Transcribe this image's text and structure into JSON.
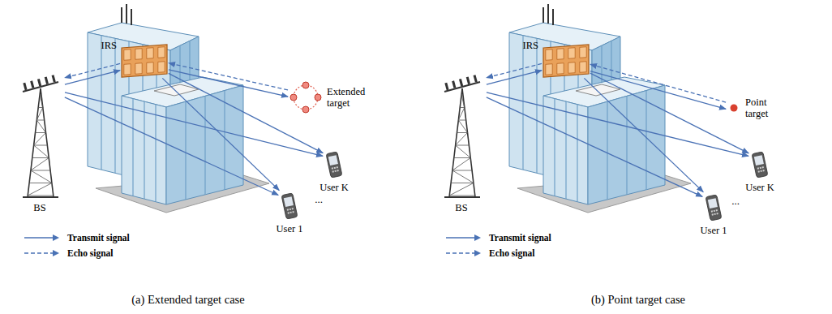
{
  "diagram": {
    "nodes": [
      {
        "text": [
          "IRS"
        ]
      },
      {
        "text": [
          "Extended target"
        ]
      },
      {
        "text": [
          "BS"
        ]
      },
      {
        "text": [
          "User K"
        ]
      },
      {
        "text": [
          "User 1"
        ]
      },
      {
        "text": [
          "IRS"
        ]
      },
      {
        "text": [
          "Point target"
        ]
      },
      {
        "text": [
          "BS"
        ]
      },
      {
        "text": [
          "User K"
        ]
      },
      {
        "text": [
          "User 1"
        ]
      }
    ],
    "edges": [
      {
        "from": 2,
        "to": 0,
        "arrow": "to"
      },
      {
        "from": 0,
        "to": 2,
        "arrow": "to"
      },
      {
        "from": 0,
        "to": 1,
        "arrow": "to"
      },
      {
        "from": 1,
        "to": 0,
        "arrow": "to"
      },
      {
        "from": 0,
        "to": 3,
        "arrow": "to"
      },
      {
        "from": 0,
        "to": 4,
        "arrow": "to"
      },
      {
        "from": 2,
        "to": 3,
        "arrow": "to"
      },
      {
        "from": 2,
        "to": 4,
        "arrow": "to"
      },
      {
        "from": 7,
        "to": 5,
        "arrow": "to"
      },
      {
        "from": 5,
        "to": 7,
        "arrow": "to"
      },
      {
        "from": 5,
        "to": 6,
        "arrow": "to"
      },
      {
        "from": 6,
        "to": 5,
        "arrow": "to"
      },
      {
        "from": 5,
        "to": 8,
        "arrow": "to"
      },
      {
        "from": 5,
        "to": 9,
        "arrow": "to"
      },
      {
        "from": 7,
        "to": 8,
        "arrow": "to"
      },
      {
        "from": 7,
        "to": 9,
        "arrow": "to"
      }
    ],
    "labels": [
      "...",
      "...",
      "(a) Extended target case",
      "(b) Point target case"
    ],
    "legend": [
      {
        "text": "Transmit signal"
      },
      {
        "text": "Echo signal"
      },
      {
        "text": "Transmit signal"
      },
      {
        "text": "Echo signal"
      }
    ]
  }
}
